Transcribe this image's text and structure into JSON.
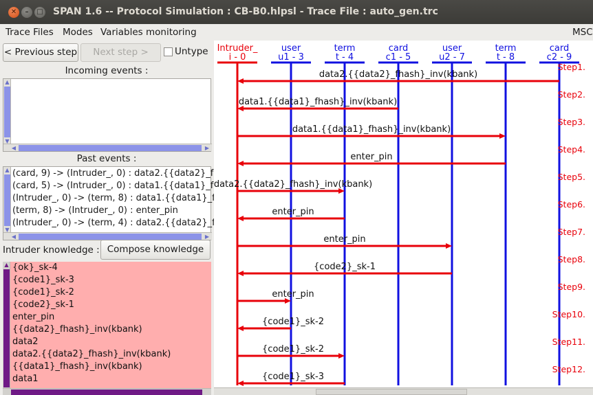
{
  "window": {
    "title": "SPAN 1.6 -- Protocol Simulation : CB-B0.hlpsl - Trace File : auto_gen.trc"
  },
  "menubar": {
    "items": [
      "Trace Files",
      "Modes",
      "Variables monitoring"
    ],
    "right_label": "MSC"
  },
  "controls": {
    "previous_step": "< Previous step",
    "next_step": "Next step >",
    "untype_label": "Untype",
    "untype_checked": false
  },
  "incoming": {
    "title": "Incoming events :",
    "rows": []
  },
  "past": {
    "title": "Past events :",
    "rows": [
      "(card, 9) -> (Intruder_, 0) : data2.{{data2}_f",
      "(card, 5) -> (Intruder_, 0) : data1.{{data1}_f",
      "(Intruder_, 0) -> (term, 8) : data1.{{data1}_f",
      "(term, 8) -> (Intruder_, 0) : enter_pin",
      "(Intruder_, 0) -> (term, 4) : data2.{{data2}_f"
    ]
  },
  "intruder": {
    "label": "Intruder knowledge :",
    "compose_button": "Compose knowledge",
    "knowledge": [
      "{ok}_sk-4",
      "{code1}_sk-3",
      "{code1}_sk-2",
      "{code2}_sk-1",
      "enter_pin",
      "{{data2}_fhash}_inv(kbank)",
      "data2",
      "data2.{{data2}_fhash}_inv(kbank)",
      "{{data1}_fhash}_inv(kbank)",
      "data1"
    ]
  },
  "colors": {
    "message": "#e8000a",
    "lifeline": "#1010e0",
    "intruder": "#e8000a",
    "knowledge_bg": "#ffaeae"
  },
  "msc": {
    "agents": [
      {
        "line1": "Intruder_",
        "line2": "i - 0",
        "kind": "intruder"
      },
      {
        "line1": "user",
        "line2": "u1 - 3",
        "kind": "agent"
      },
      {
        "line1": "term",
        "line2": "t - 4",
        "kind": "agent"
      },
      {
        "line1": "card",
        "line2": "c1 - 5",
        "kind": "agent"
      },
      {
        "line1": "user",
        "line2": "u2 - 7",
        "kind": "agent"
      },
      {
        "line1": "term",
        "line2": "t - 8",
        "kind": "agent"
      },
      {
        "line1": "card",
        "line2": "c2 - 9",
        "kind": "agent"
      }
    ],
    "steps": [
      {
        "label": "Step1.",
        "from": 6,
        "to": 0,
        "message": "data2.{{data2}_fhash}_inv(kbank)"
      },
      {
        "label": "Step2.",
        "from": 3,
        "to": 0,
        "message": "data1.{{data1}_fhash}_inv(kbank)"
      },
      {
        "label": "Step3.",
        "from": 0,
        "to": 5,
        "message": "data1.{{data1}_fhash}_inv(kbank)"
      },
      {
        "label": "Step4.",
        "from": 5,
        "to": 0,
        "message": "enter_pin"
      },
      {
        "label": "Step5.",
        "from": 0,
        "to": 2,
        "message": "data2.{{data2}_fhash}_inv(kbank)"
      },
      {
        "label": "Step6.",
        "from": 2,
        "to": 0,
        "message": "enter_pin"
      },
      {
        "label": "Step7.",
        "from": 0,
        "to": 4,
        "message": "enter_pin"
      },
      {
        "label": "Step8.",
        "from": 4,
        "to": 0,
        "message": "{code2}_sk-1"
      },
      {
        "label": "Step9.",
        "from": 0,
        "to": 1,
        "message": "enter_pin"
      },
      {
        "label": "Step10.",
        "from": 1,
        "to": 0,
        "message": "{code1}_sk-2"
      },
      {
        "label": "Step11.",
        "from": 0,
        "to": 2,
        "message": "{code1}_sk-2"
      },
      {
        "label": "Step12.",
        "from": 2,
        "to": 0,
        "message": "{code1}_sk-3"
      }
    ]
  }
}
